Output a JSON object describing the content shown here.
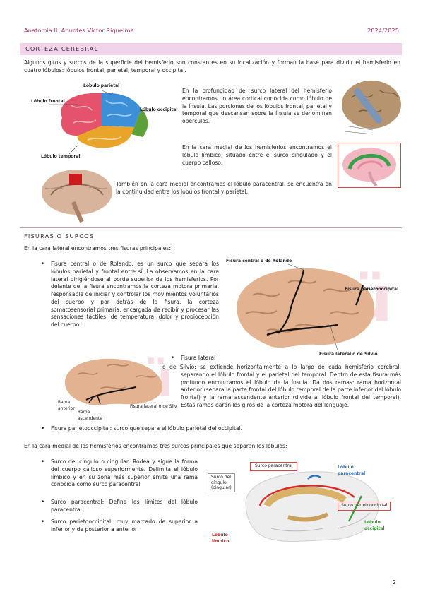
{
  "header": {
    "left": "Anatomía II. Apuntes Víctor Riquelme",
    "right": "2024/2025"
  },
  "corteza": {
    "title": "CORTEZA CEREBRAL",
    "intro": "Algunos giros y surcos de la superficie del hemisferio son constantes en su localización y forman la base para dividir el hemisferio en cuatro lóbulos: lóbulos frontal, parietal, temporal y occipital.",
    "lobe_labels": {
      "frontal": "Lóbulo frontal",
      "parietal": "Lóbulo parietal",
      "occipital": "Lóbulo occipital",
      "temporal": "Lóbulo temporal"
    },
    "para_insula": "En la profundidad del surco lateral del hemisferio encontramos un área cortical conocida como lóbulo de la ínsula. Las porciones de los lóbulos frontal, parietal y temporal que descansan sobre la ínsula se denominan opérculos.",
    "para_limbico": "En la cara medial de los hemisferios encontramos el lóbulo límbico, situado entre el surco cingulado y el cuerpo calloso.",
    "para_paracentral": "También en la cara medial encontramos el lóbulo paracentral, se encuentra en la continuidad entre los lóbulos frontal y parietal."
  },
  "fisuras": {
    "title": "FISURAS O SURCOS",
    "lateral_intro": "En la cara lateral encontramos tres fisuras principales:",
    "rolando": "Fisura central o de Rolando: es un surco que separa los lóbulos parietal y frontal entre sí. La observamos en la cara lateral dirigiéndose al borde superior de los hemisferios. Por delante de la fisura encontramos la corteza motora primaria, responsable de iniciar y controlar los movimientos voluntarios del cuerpo y por detrás de la fisura, la corteza somatosensorial primaria, encargada de recibir y procesar las sensaciones táctiles, de temperatura, dolor y propiocepción del cuerpo.",
    "lateral_head": "Fisura lateral",
    "lateral_body": "o de Silvio: se extiende horizontalmente a lo largo de cada hemisferio cerebral, separando el lóbulo frontal y el parietal del temporal. Dentro de esta fisura más profundo encontramos el lóbulo de la ínsula. Da dos ramas: rama horizontal anterior (separa la parte frontal del lóbulo temporal de la parte inferior del lóbulo frontal) y la rama ascendente anterior (divide al lóbulo frontal del temporal). Estas ramas darán los giros de la corteza motora del lenguaje.",
    "parieto": "Fisura parietooccipital: surco que separa el lóbulo parietal del occipital.",
    "fig_labels": {
      "rolando": "Fisura central o de Rolando",
      "parietooccipital": "Fisura parietooccipital",
      "silvio": "Fisura lateral o de Silvio",
      "rama_anterior": "Rama\nanterior",
      "rama_ascendente": "Rama\nascendente",
      "lateral_silvio_small": "Fisura lateral o de Silvio"
    },
    "medial_intro": "En la cara medial de los hemisferios encontramos tres surcos principales que separan los lóbulos:",
    "cingulo": "Surco del cíngulo o cingular: Rodea y sigue la forma del cuerpo calloso superiormente. Delimita el lóbulo límbico y en su zona más superior emite una rama conocida como surco paracentral",
    "paracentral": "Surco paracentral: Define los límites del lóbulo paracentral",
    "parietooccipital_surco": "Surco parietooccipital: muy marcado de superior a inferior y de posterior a anterior",
    "medial_labels": {
      "surco_paracentral": "Surco paracentral",
      "surco_cingulo": "Surco del\ncíngulo\n(cingular)",
      "lobulo_paracentral": "Lóbulo\nparacentral",
      "surco_parietooccipital": "Surco parietooccipital",
      "lobulo_occipital": "Lóbulo\noccipital",
      "lobulo_limbico": "Lóbulo\nlímbico"
    }
  },
  "page_number": "2",
  "colors": {
    "accent": "#9b2f6e",
    "section_bg": "#f1d4ea",
    "frontal": "#e4536b",
    "parietal": "#3d8fd8",
    "occipital": "#5da03a",
    "temporal": "#e8a52a",
    "limbic_red": "#d42a2a",
    "paracentral_blue": "#2f6ec2",
    "occipital_green": "#3d9a3d"
  }
}
